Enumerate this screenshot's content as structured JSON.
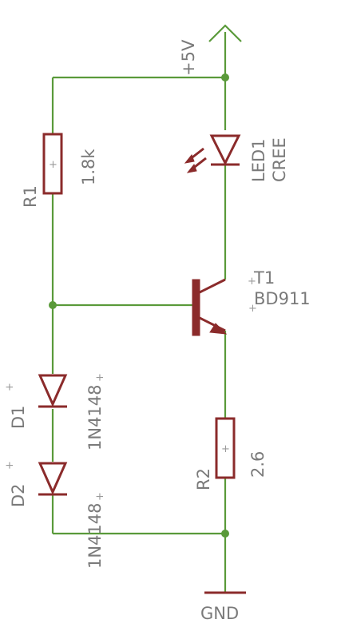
{
  "components": {
    "r1": {
      "name": "R1",
      "value": "1.8k"
    },
    "r2": {
      "name": "R2",
      "value": "2.6"
    },
    "led1": {
      "name": "LED1",
      "value": "CREE"
    },
    "t1": {
      "name": "T1",
      "value": "BD911"
    },
    "d1": {
      "name": "D1",
      "value": "1N4148"
    },
    "d2": {
      "name": "D2",
      "value": "1N4148"
    }
  },
  "nets": {
    "supply": "+5V",
    "ground": "GND"
  },
  "symbols": {
    "resistor_mark": "+",
    "origin_mark": "+"
  },
  "colors": {
    "wire": "#5a9a3a",
    "component": "#8b2b2b",
    "text": "#7a7a7a"
  }
}
